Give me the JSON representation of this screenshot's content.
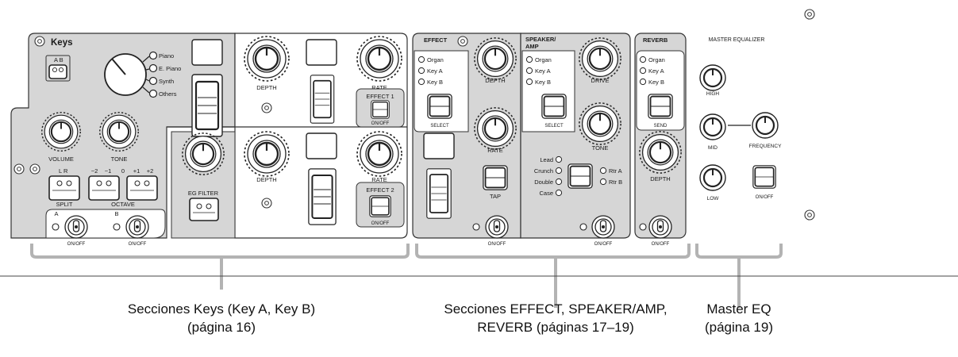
{
  "panel": {
    "keys": {
      "title": "Keys",
      "ab_label": "A  B",
      "voices": [
        "Piano",
        "E. Piano",
        "Synth",
        "Others"
      ],
      "volume_label": "VOLUME",
      "tone_label": "TONE",
      "split_label": "SPLIT",
      "split_lr": "L   R",
      "octave_label": "OCTAVE",
      "octave_values": [
        "−2",
        "−1",
        "0",
        "+1",
        "+2"
      ],
      "a_label": "A",
      "b_label": "B",
      "onoff_label": "ON/OFF",
      "eg_filter_label": "EG    FILTER",
      "depth_label": "DEPTH",
      "rate_label": "RATE",
      "effect1_label": "EFFECT 1",
      "effect2_label": "EFFECT 2"
    },
    "effect": {
      "title": "EFFECT",
      "targets": [
        "Organ",
        "Key A",
        "Key B"
      ],
      "select_label": "SELECT",
      "depth_label": "DEPTH",
      "rate_label": "RATE",
      "tap_label": "TAP",
      "onoff_label": "ON/OFF"
    },
    "speaker": {
      "title_line1": "SPEAKER/",
      "title_line2": "AMP",
      "targets": [
        "Organ",
        "Key A",
        "Key B"
      ],
      "select_label": "SELECT",
      "drive_label": "DRIVE",
      "tone_label": "TONE",
      "types": [
        "Lead",
        "Crunch",
        "Double",
        "Case"
      ],
      "rotary": [
        "Rtr A",
        "Rtr B"
      ],
      "onoff_label": "ON/OFF"
    },
    "reverb": {
      "title": "REVERB",
      "targets": [
        "Organ",
        "Key A",
        "Key B"
      ],
      "send_label": "SEND",
      "depth_label": "DEPTH",
      "onoff_label": "ON/OFF"
    },
    "master_eq": {
      "title": "MASTER EQUALIZER",
      "high_label": "HIGH",
      "mid_label": "MID",
      "frequency_label": "FREQUENCY",
      "low_label": "LOW",
      "onoff_label": "ON/OFF"
    }
  },
  "callouts": [
    {
      "line1": "Secciones Keys (Key A, Key B)",
      "line2": "(página 16)"
    },
    {
      "line1": "Secciones EFFECT, SPEAKER/AMP,",
      "line2": "REVERB (páginas 17–19)"
    },
    {
      "line1": "Master EQ",
      "line2": "(página 19)"
    }
  ]
}
